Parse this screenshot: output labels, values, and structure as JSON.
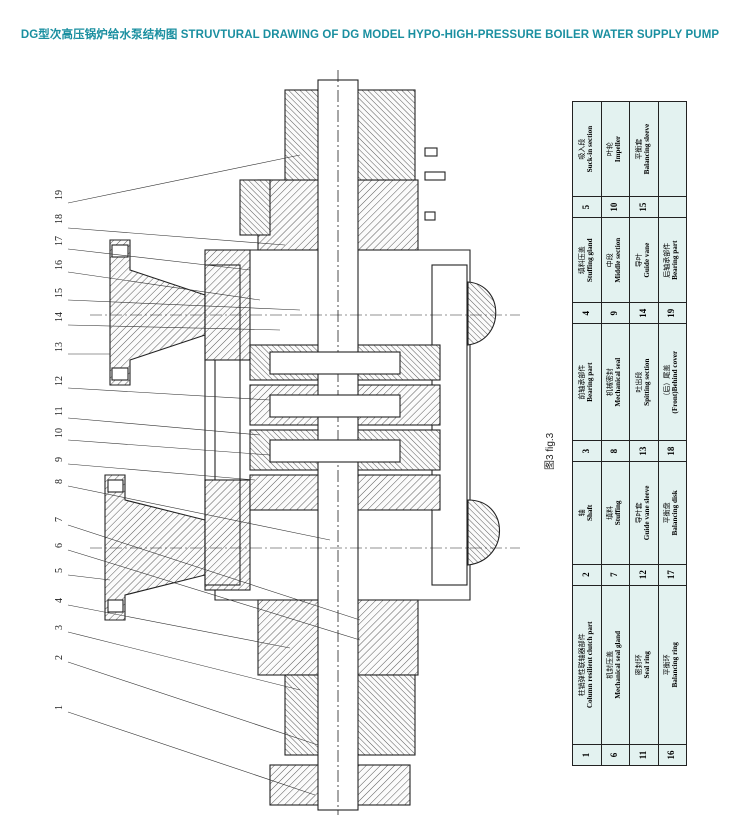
{
  "title": "DG型次高压锅炉给水泵结构图  STRUVTURAL DRAWING OF DG MODEL HYPO-HIGH-PRESSURE BOILER WATER SUPPLY PUMP",
  "figure_caption": "图3  fig.3",
  "leader_numbers": [
    "19",
    "18",
    "17",
    "16",
    "15",
    "14",
    "13",
    "12",
    "11",
    "10",
    "9",
    "8",
    "7",
    "6",
    "5",
    "4",
    "3",
    "2",
    "1"
  ],
  "parts": [
    {
      "no": "1",
      "cn": "柱销弹性联轴器部件",
      "en": "Column resilient clutch part"
    },
    {
      "no": "2",
      "cn": "轴",
      "en": "Shaft"
    },
    {
      "no": "3",
      "cn": "前轴承部件",
      "en": "Bearing part"
    },
    {
      "no": "4",
      "cn": "填料压盖",
      "en": "Stuffing gland"
    },
    {
      "no": "5",
      "cn": "吸入段",
      "en": "Suck-in section"
    },
    {
      "no": "6",
      "cn": "机封压盖",
      "en": "Mechanical seal gland"
    },
    {
      "no": "7",
      "cn": "填料",
      "en": "Stuffing"
    },
    {
      "no": "8",
      "cn": "机械密封",
      "en": "Mechanical seal"
    },
    {
      "no": "9",
      "cn": "中段",
      "en": "Middle section"
    },
    {
      "no": "10",
      "cn": "叶轮",
      "en": "Impeller"
    },
    {
      "no": "11",
      "cn": "密封环",
      "en": "Seal ring"
    },
    {
      "no": "12",
      "cn": "导叶套",
      "en": "Guide vane sleeve"
    },
    {
      "no": "13",
      "cn": "吐出段",
      "en": "Spitting section"
    },
    {
      "no": "14",
      "cn": "导叶",
      "en": "Guide vane"
    },
    {
      "no": "15",
      "cn": "平衡套",
      "en": "Balancing sleeve"
    },
    {
      "no": "16",
      "cn": "平衡环",
      "en": "Balancing ring"
    },
    {
      "no": "17",
      "cn": "平衡盘",
      "en": "Balancing disk"
    },
    {
      "no": "18",
      "cn": "（后）尾盖",
      "en": "(Front)Behind cover"
    },
    {
      "no": "19",
      "cn": "后轴承部件",
      "en": "Bearing part"
    },
    {
      "no": "",
      "cn": "",
      "en": ""
    }
  ],
  "colors": {
    "title": "#1a8fa0",
    "table_fill": "#e3f2f0",
    "hatch": "#555555",
    "line": "#222222"
  }
}
